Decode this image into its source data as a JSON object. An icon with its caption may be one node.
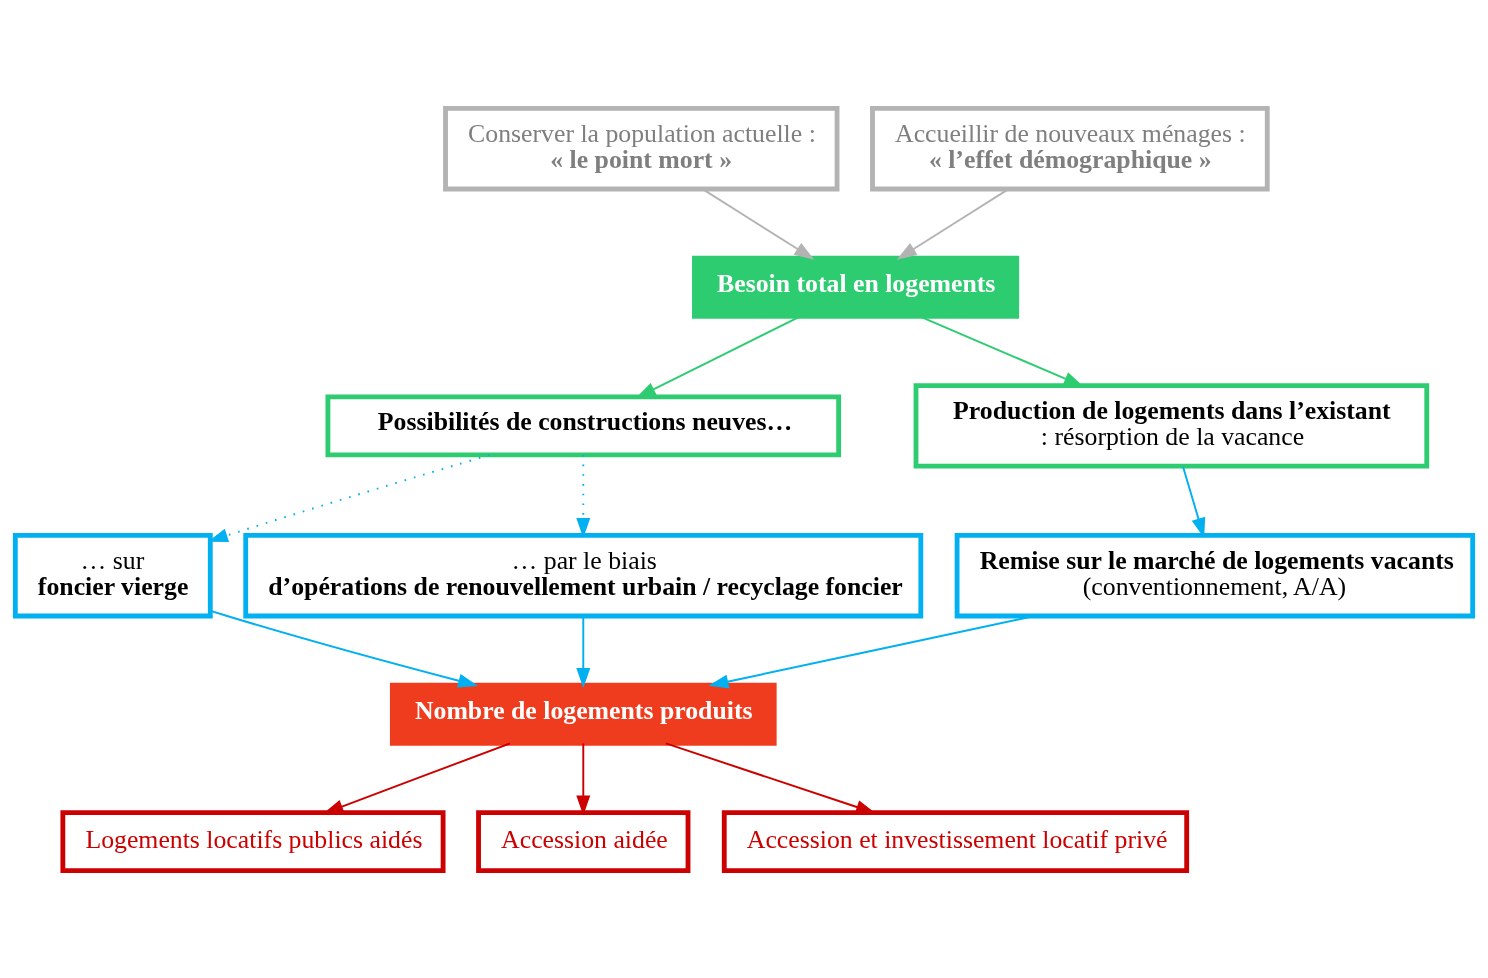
{
  "diagram": {
    "nodes": [
      {
        "text": [
          "Conserver la population actuelle :",
          "« le point mort »"
        ]
      },
      {
        "text": [
          "Accueillir de nouveaux ménages :",
          "« l’effet démographique »"
        ]
      },
      {
        "text": [
          "Besoin total en logements"
        ]
      },
      {
        "text": [
          "Possibilités de constructions neuves…"
        ]
      },
      {
        "text": [
          "Production de logements dans l’existant",
          ": résorption de la vacance"
        ]
      },
      {
        "text": [
          "… sur",
          "foncier vierge"
        ]
      },
      {
        "text": [
          "… par le biais",
          "d’opérations de renouvellement urbain / recyclage foncier"
        ]
      },
      {
        "text": [
          "Remise sur le marché de logements vacants",
          "(conventionnement, A/A)"
        ]
      },
      {
        "text": [
          "Nombre de logements produits"
        ]
      },
      {
        "text": [
          "Logements locatifs publics aidés"
        ]
      },
      {
        "text": [
          "Accession aidée"
        ]
      },
      {
        "text": [
          "Accession et investissement locatif privé"
        ]
      }
    ],
    "edges": [
      {
        "from": 0,
        "to": 2,
        "arrow": "to",
        "color": "#b3b3b3"
      },
      {
        "from": 1,
        "to": 2,
        "arrow": "to",
        "color": "#b3b3b3"
      },
      {
        "from": 2,
        "to": 3,
        "arrow": "to",
        "color": "#2ecc71"
      },
      {
        "from": 2,
        "to": 4,
        "arrow": "to",
        "color": "#2ecc71"
      },
      {
        "from": 3,
        "to": 5,
        "arrow": "to",
        "style": "dashed"
      },
      {
        "from": 3,
        "to": 6,
        "arrow": "to",
        "style": "dashed"
      },
      {
        "from": 4,
        "to": 7,
        "arrow": "to"
      },
      {
        "from": 5,
        "to": 8,
        "arrow": "to"
      },
      {
        "from": 6,
        "to": 8,
        "arrow": "to"
      },
      {
        "from": 7,
        "to": 8,
        "arrow": "to"
      },
      {
        "from": 8,
        "to": 9,
        "arrow": "to",
        "color": "#cc0000"
      },
      {
        "from": 8,
        "to": 10,
        "arrow": "to",
        "color": "#cc0000"
      },
      {
        "from": 8,
        "to": 11,
        "arrow": "to",
        "color": "#cc0000"
      }
    ]
  }
}
